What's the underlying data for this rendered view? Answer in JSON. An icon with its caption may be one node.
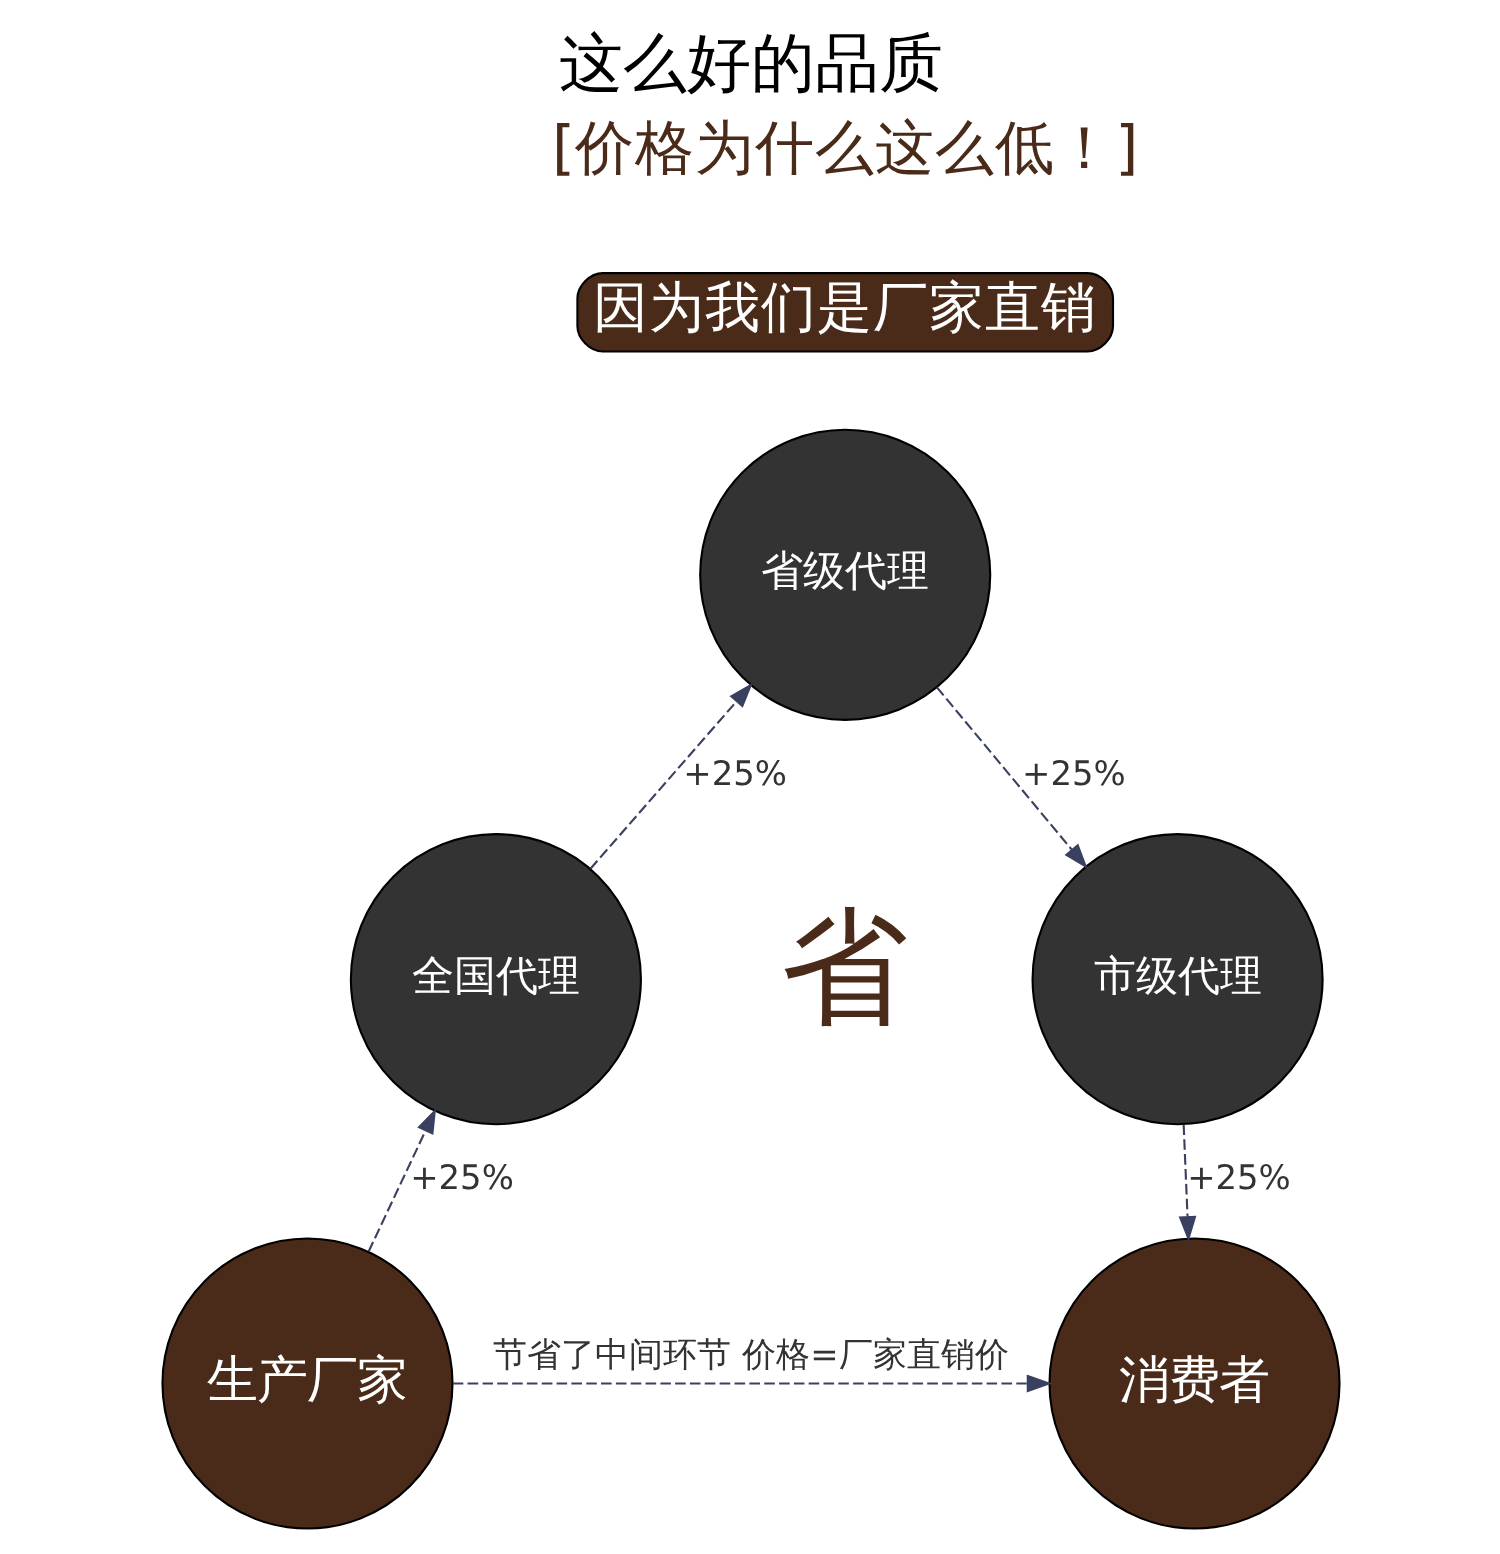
{
  "diagram": {
    "title": "这么好的品质",
    "nodes": [
      {
        "text": [
          "因为我们是厂家直销"
        ]
      },
      {
        "text": [
          "生产厂家"
        ]
      },
      {
        "text": [
          "全国代理"
        ]
      },
      {
        "text": [
          "省级代理"
        ]
      },
      {
        "text": [
          "市级代理"
        ]
      },
      {
        "text": [
          "消费者"
        ]
      }
    ],
    "edges": [
      {
        "from": 1,
        "to": 2,
        "arrow": "to",
        "label": "+25%",
        "style": "dashed"
      },
      {
        "from": 2,
        "to": 3,
        "arrow": "to",
        "label": "+25%",
        "style": "dashed"
      },
      {
        "from": 3,
        "to": 4,
        "arrow": "to",
        "label": "+25%",
        "style": "dashed"
      },
      {
        "from": 4,
        "to": 5,
        "arrow": "to",
        "label": "+25%",
        "style": "dashed"
      },
      {
        "from": 1,
        "to": 5,
        "arrow": "to",
        "label": "节省了中间环节 价格=厂家直销价",
        "style": "dashed"
      }
    ],
    "labels": [
      "[价格为什么这么低！]",
      "省"
    ]
  }
}
